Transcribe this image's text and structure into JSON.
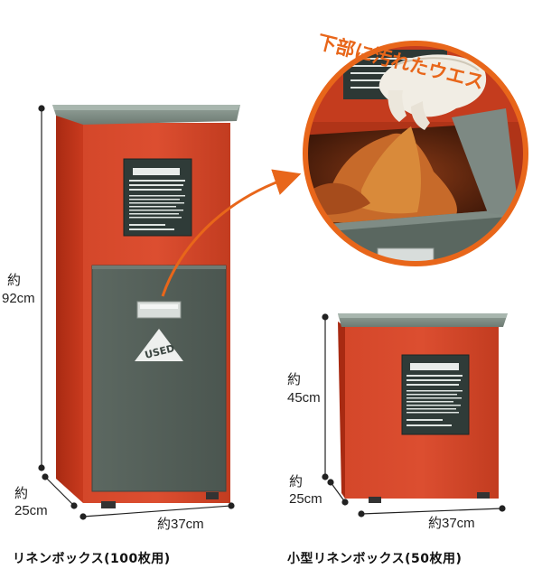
{
  "callout": {
    "text": "下部に汚れたウエス"
  },
  "large_box": {
    "caption": "リネンボックス(100枚用)",
    "height_prefix": "約",
    "height_value": "92cm",
    "depth_prefix": "約",
    "depth_value": "25cm",
    "width_label": "約37cm",
    "slot_label": "USED"
  },
  "small_box": {
    "caption": "小型リネンボックス(50枚用)",
    "height_prefix": "約",
    "height_value": "45cm",
    "depth_prefix": "約",
    "depth_value": "25cm",
    "width_label": "約37cm"
  },
  "colors": {
    "body_red": "#c93a1e",
    "panel_gray": "#55615a",
    "lid_gray": "#7c8a82",
    "accent_orange": "#e8661a"
  }
}
